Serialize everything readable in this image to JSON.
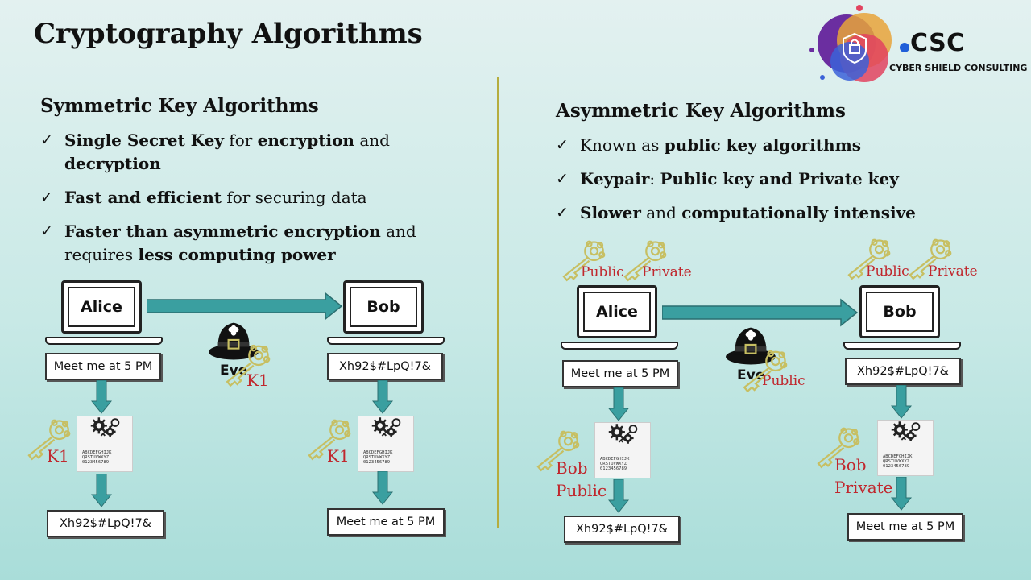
{
  "title": "Cryptography Algorithms",
  "logo": {
    "name": "CSC",
    "subtitle": "CYBER SHIELD CONSULTING"
  },
  "symmetric": {
    "heading": "Symmetric Key Algorithms",
    "bullets": {
      "b1": {
        "bold1": "Single Secret Key",
        "t1": " for ",
        "bold2": "encryption",
        "t2": " and ",
        "bold3": "decryption"
      },
      "b2": {
        "bold1": "Fast and efficient",
        "t1": " for securing data"
      },
      "b3": {
        "bold1": "Faster than asymmetric encryption",
        "t1": " and requires ",
        "bold2": "less computing power"
      }
    },
    "alice": "Alice",
    "bob": "Bob",
    "eve": "Eve",
    "eve_key": "K1",
    "alice_msg": "Meet me at 5 PM",
    "bob_received": "Xh92$#LpQ!7&",
    "alice_key": "K1",
    "bob_key": "K1",
    "alice_output": "Xh92$#LpQ!7&",
    "bob_output": "Meet me at 5 PM"
  },
  "asymmetric": {
    "heading": "Asymmetric Key Algorithms",
    "bullets": {
      "b1": {
        "t1": "Known as ",
        "bold1": "public key algorithms"
      },
      "b2": {
        "bold1": "Keypair",
        "t1": ": ",
        "bold2": "Public key and Private key"
      },
      "b3": {
        "bold1": "Slower",
        "t1": " and ",
        "bold2": "computationally intensive"
      }
    },
    "alice_keys": {
      "public": "Public",
      "private": "Private"
    },
    "bob_keys": {
      "public": "Public",
      "private": "Private"
    },
    "alice": "Alice",
    "bob": "Bob",
    "eve": "Eve",
    "eve_key": "Public",
    "alice_msg": "Meet me at 5 PM",
    "bob_received": "Xh92$#LpQ!7&",
    "alice_key_label": {
      "line1": "Bob",
      "line2": "Public"
    },
    "bob_key_label": {
      "line1": "Bob",
      "line2": "Private"
    },
    "alice_output": "Xh92$#LpQ!7&",
    "bob_output": "Meet me at 5 PM"
  },
  "icons": {
    "key": "golden-key-icon",
    "encryption": "gears-and-cipher-icon",
    "spy": "spy-hat-icon",
    "arrow": "teal-arrow-icon",
    "checkmark": "checkmark-icon"
  },
  "colors": {
    "teal_arrow": "#3a9fa0",
    "key_gold": "#c7bf62",
    "label_red": "#c0272d",
    "divider": "#b5ad3e"
  }
}
